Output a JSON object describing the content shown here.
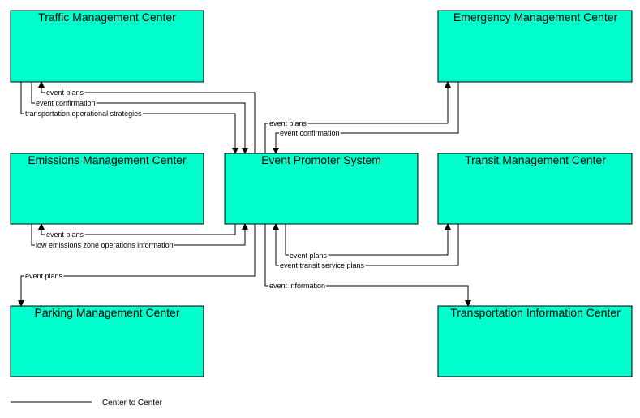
{
  "nodes": {
    "tmc": "Traffic Management Center",
    "emc": "Emergency Management Center",
    "emissions": "Emissions Management Center",
    "eps": "Event Promoter System",
    "transit": "Transit Management Center",
    "parking": "Parking Management Center",
    "tic": "Transportation Information Center"
  },
  "flows": {
    "tmc_event_plans": "event plans",
    "tmc_event_confirmation": "event confirmation",
    "tmc_strategies": "transportation operational strategies",
    "emc_event_plans": "event plans",
    "emc_event_confirmation": "event confirmation",
    "emissions_event_plans": "event plans",
    "emissions_zone_info": "low emissions zone operations information",
    "transit_event_plans": "event plans",
    "transit_service_plans": "event transit service plans",
    "parking_event_plans": "event plans",
    "tic_event_information": "event information"
  },
  "legend": {
    "center_to_center": "Center to Center"
  }
}
